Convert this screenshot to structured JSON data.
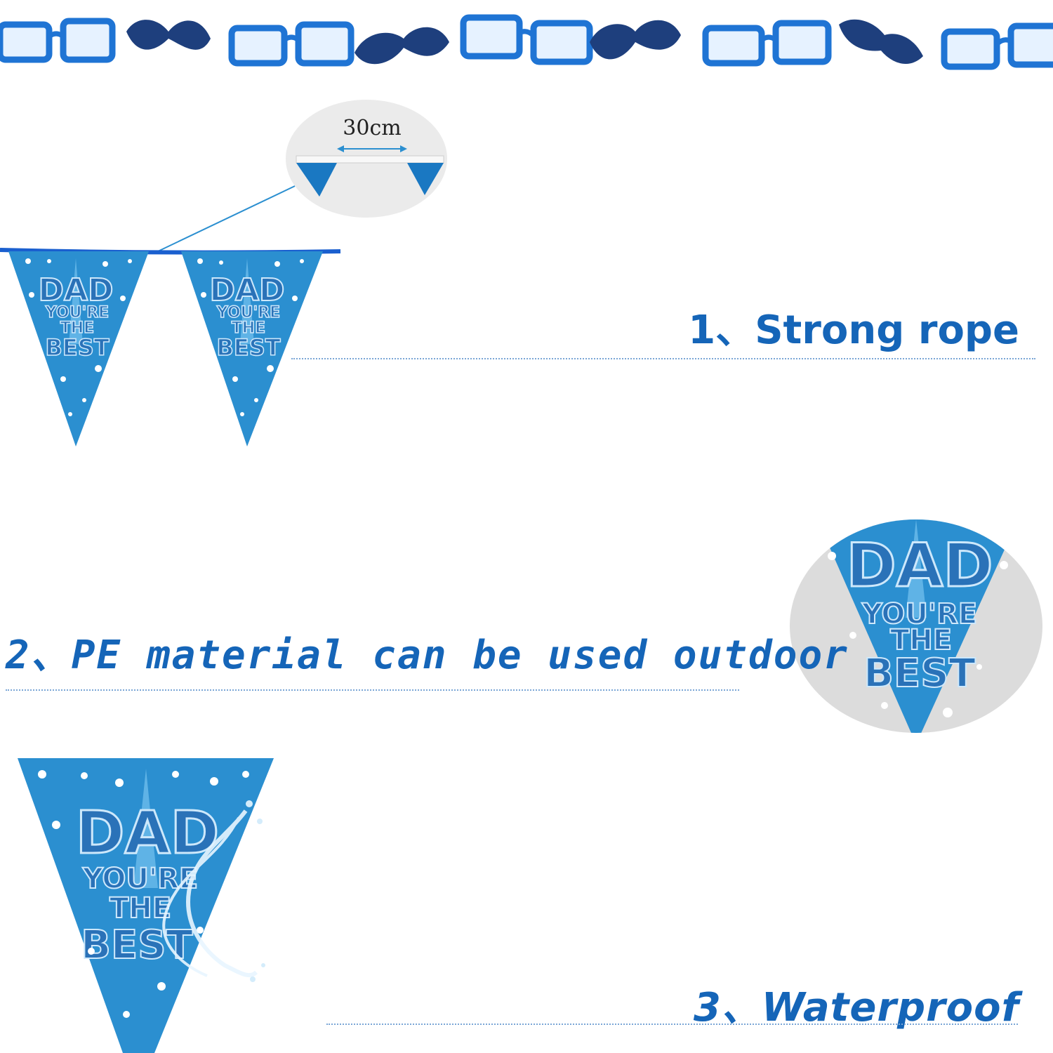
{
  "banner": {
    "measure_label": "30cm",
    "pennant_line1": "DAD",
    "pennant_line2": "YOU'RE",
    "pennant_line3": "THE",
    "pennant_line4": "BEST"
  },
  "features": [
    {
      "label": "1、Strong rope"
    },
    {
      "label": "2、PE material can be used outdoor"
    },
    {
      "label": "3、Waterproof"
    }
  ],
  "colors": {
    "accent_blue": "#1565b8",
    "pennant_blue": "#2b8fd0",
    "glasses_blue": "#1f74d4",
    "mustache_navy": "#1e3f7d"
  }
}
